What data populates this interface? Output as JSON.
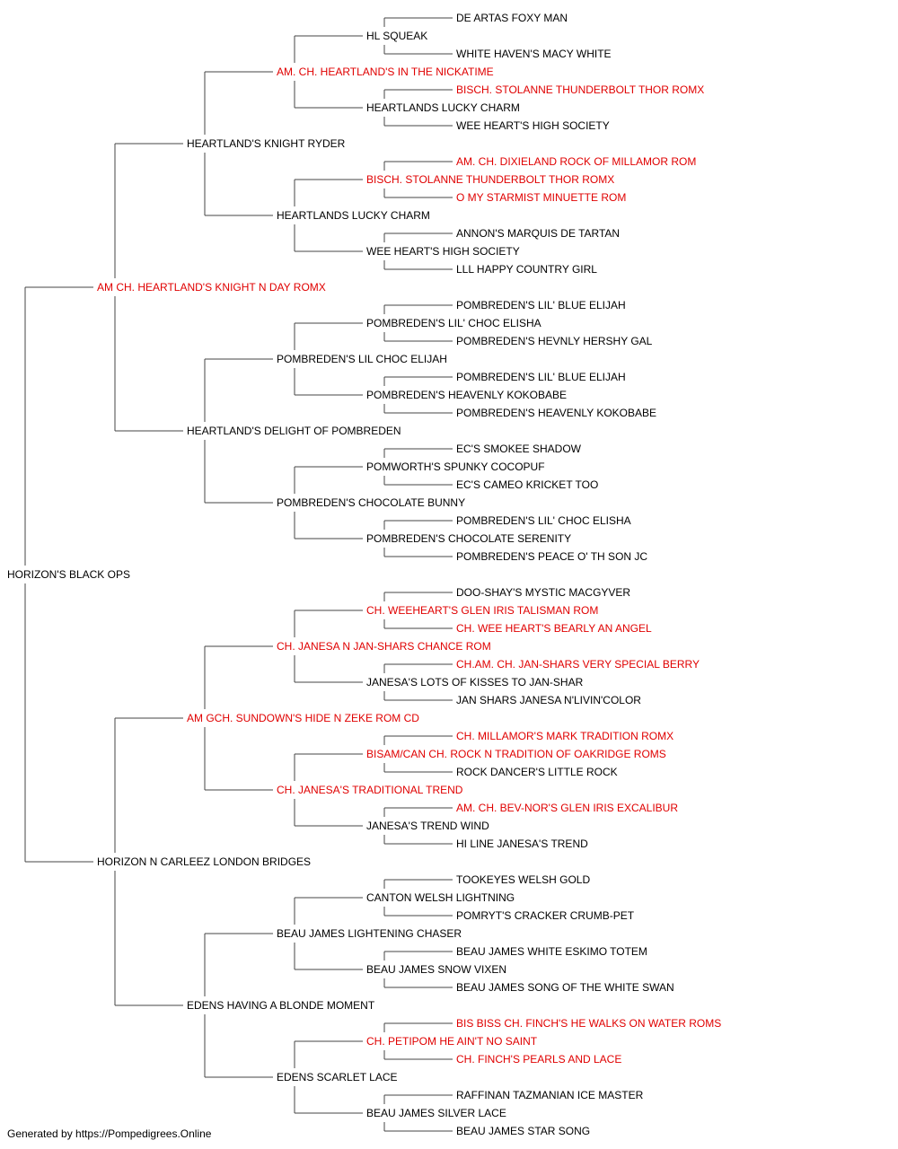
{
  "colors": {
    "titled": "#e00000",
    "plain": "#000000",
    "connector": "#444444"
  },
  "pedigree": {
    "subject": {
      "name": "HORIZON'S BLACK OPS",
      "titled": false
    },
    "sire": {
      "name": "AM CH. HEARTLAND'S KNIGHT N DAY ROMX",
      "titled": true
    },
    "dam": {
      "name": "HORIZON N CARLEEZ LONDON BRIDGES",
      "titled": false
    },
    "grandparents": [
      {
        "name": "HEARTLAND'S KNIGHT RYDER",
        "titled": false
      },
      {
        "name": "HEARTLAND'S DELIGHT OF POMBREDEN",
        "titled": false
      },
      {
        "name": "AM GCH. SUNDOWN'S HIDE N ZEKE ROM CD",
        "titled": true
      },
      {
        "name": "EDENS HAVING A BLONDE MOMENT",
        "titled": false
      }
    ],
    "great_grandparents": [
      {
        "name": "AM. CH. HEARTLAND'S IN THE NICKATIME",
        "titled": true
      },
      {
        "name": "HEARTLANDS LUCKY CHARM",
        "titled": false
      },
      {
        "name": "POMBREDEN'S LIL CHOC ELIJAH",
        "titled": false
      },
      {
        "name": "POMBREDEN'S CHOCOLATE BUNNY",
        "titled": false
      },
      {
        "name": "CH. JANESA N JAN-SHARS CHANCE ROM",
        "titled": true
      },
      {
        "name": "CH. JANESA'S TRADITIONAL TREND",
        "titled": true
      },
      {
        "name": "BEAU JAMES LIGHTENING CHASER",
        "titled": false
      },
      {
        "name": "EDENS SCARLET LACE",
        "titled": false
      }
    ],
    "gen4": [
      {
        "name": "HL SQUEAK",
        "titled": false
      },
      {
        "name": "HEARTLANDS LUCKY CHARM",
        "titled": false
      },
      {
        "name": "BISCH. STOLANNE THUNDERBOLT THOR ROMX",
        "titled": true
      },
      {
        "name": "WEE HEART'S HIGH SOCIETY",
        "titled": false
      },
      {
        "name": "POMBREDEN'S LIL' CHOC ELISHA",
        "titled": false
      },
      {
        "name": "POMBREDEN'S HEAVENLY KOKOBABE",
        "titled": false
      },
      {
        "name": "POMWORTH'S SPUNKY COCOPUF",
        "titled": false
      },
      {
        "name": "POMBREDEN'S CHOCOLATE SERENITY",
        "titled": false
      },
      {
        "name": "CH. WEEHEART'S GLEN IRIS TALISMAN ROM",
        "titled": true
      },
      {
        "name": "JANESA'S LOTS OF KISSES TO JAN-SHAR",
        "titled": false
      },
      {
        "name": "BISAM/CAN CH. ROCK N TRADITION OF OAKRIDGE ROMS",
        "titled": true
      },
      {
        "name": "JANESA'S TREND WIND",
        "titled": false
      },
      {
        "name": "CANTON WELSH LIGHTNING",
        "titled": false
      },
      {
        "name": "BEAU JAMES SNOW VIXEN",
        "titled": false
      },
      {
        "name": "CH. PETIPOM HE AIN'T NO SAINT",
        "titled": true
      },
      {
        "name": "BEAU JAMES SILVER LACE",
        "titled": false
      }
    ],
    "gen5": [
      {
        "name": "DE ARTAS FOXY MAN",
        "titled": false
      },
      {
        "name": "WHITE HAVEN'S MACY WHITE",
        "titled": false
      },
      {
        "name": "BISCH. STOLANNE THUNDERBOLT THOR ROMX",
        "titled": true
      },
      {
        "name": "WEE HEART'S HIGH SOCIETY",
        "titled": false
      },
      {
        "name": "AM. CH. DIXIELAND ROCK OF MILLAMOR ROM",
        "titled": true
      },
      {
        "name": "O MY STARMIST MINUETTE ROM",
        "titled": true
      },
      {
        "name": "ANNON'S MARQUIS DE TARTAN",
        "titled": false
      },
      {
        "name": "LLL HAPPY COUNTRY GIRL",
        "titled": false
      },
      {
        "name": "POMBREDEN'S LIL' BLUE ELIJAH",
        "titled": false
      },
      {
        "name": "POMBREDEN'S HEVNLY HERSHY GAL",
        "titled": false
      },
      {
        "name": "POMBREDEN'S LIL' BLUE ELIJAH",
        "titled": false
      },
      {
        "name": "POMBREDEN'S HEAVENLY KOKOBABE",
        "titled": false
      },
      {
        "name": "EC'S SMOKEE SHADOW",
        "titled": false
      },
      {
        "name": "EC'S CAMEO KRICKET TOO",
        "titled": false
      },
      {
        "name": "POMBREDEN'S LIL' CHOC ELISHA",
        "titled": false
      },
      {
        "name": "POMBREDEN'S PEACE O' TH SON JC",
        "titled": false
      },
      {
        "name": "DOO-SHAY'S MYSTIC MACGYVER",
        "titled": false
      },
      {
        "name": "CH. WEE HEART'S BEARLY AN ANGEL",
        "titled": true
      },
      {
        "name": "CH.AM. CH. JAN-SHARS VERY SPECIAL BERRY",
        "titled": true
      },
      {
        "name": "JAN SHARS JANESA N'LIVIN'COLOR",
        "titled": false
      },
      {
        "name": "CH. MILLAMOR'S MARK TRADITION ROMX",
        "titled": true
      },
      {
        "name": "ROCK DANCER'S LITTLE ROCK",
        "titled": false
      },
      {
        "name": "AM. CH. BEV-NOR'S GLEN IRIS EXCALIBUR",
        "titled": true
      },
      {
        "name": "HI LINE JANESA'S TREND",
        "titled": false
      },
      {
        "name": "TOOKEYES WELSH GOLD",
        "titled": false
      },
      {
        "name": "POMRYT'S CRACKER CRUMB-PET",
        "titled": false
      },
      {
        "name": "BEAU JAMES WHITE ESKIMO TOTEM",
        "titled": false
      },
      {
        "name": "BEAU JAMES SONG OF THE WHITE SWAN",
        "titled": false
      },
      {
        "name": "BIS BISS CH. FINCH'S HE WALKS ON WATER ROMS",
        "titled": true
      },
      {
        "name": "CH. FINCH'S PEARLS AND LACE",
        "titled": true
      },
      {
        "name": "RAFFINAN TAZMANIAN ICE MASTER",
        "titled": false
      },
      {
        "name": "BEAU JAMES STAR SONG",
        "titled": false
      }
    ]
  },
  "footer": {
    "text": "Generated by https://Pompedigrees.Online"
  }
}
